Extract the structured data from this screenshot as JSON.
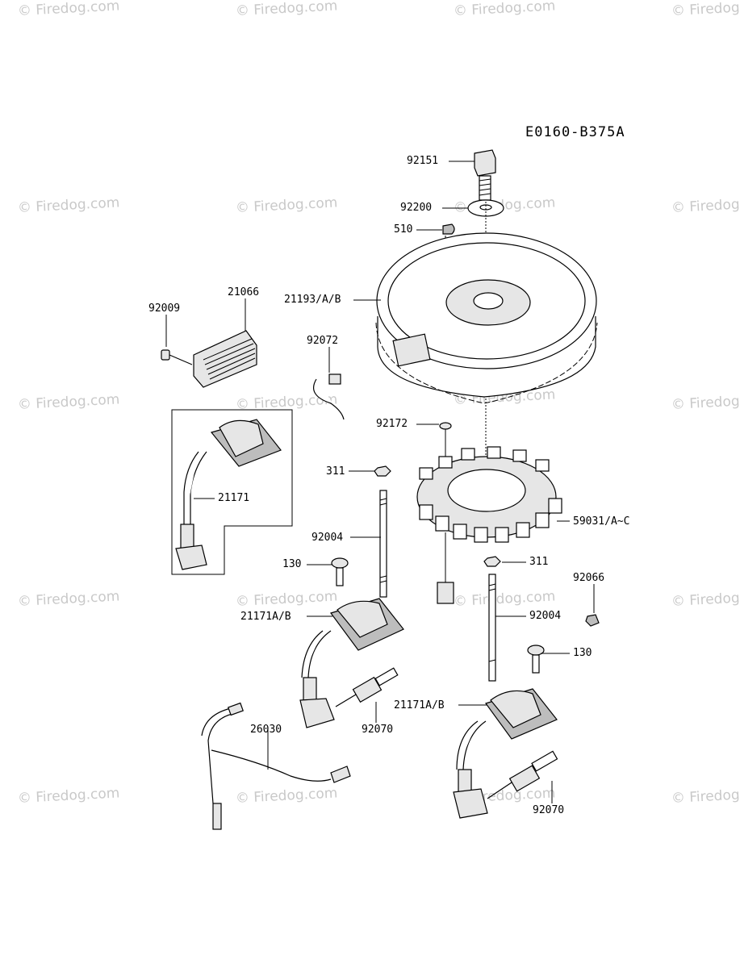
{
  "diagram_code": "E0160-B375A",
  "watermark": "© Firedog.com",
  "part_refs": {
    "bolt": "92151",
    "washer": "92200",
    "key": "510",
    "flywheel": "21193/A/B",
    "regulator_screw": "92009",
    "regulator": "21066",
    "clamp": "92072",
    "stator_screw": "92172",
    "nut_left": "311",
    "ignition_coil_inset": "21171",
    "stud_left": "92004",
    "stator": "59031/A~C",
    "bolt_left": "130",
    "nut_right": "311",
    "nut_small": "92066",
    "coil_left": "21171A/B",
    "stud_right": "92004",
    "bolt_right": "130",
    "spark_plug_left": "92070",
    "coil_right": "21171A/B",
    "harness": "26030",
    "spark_plug_right": "92070"
  }
}
